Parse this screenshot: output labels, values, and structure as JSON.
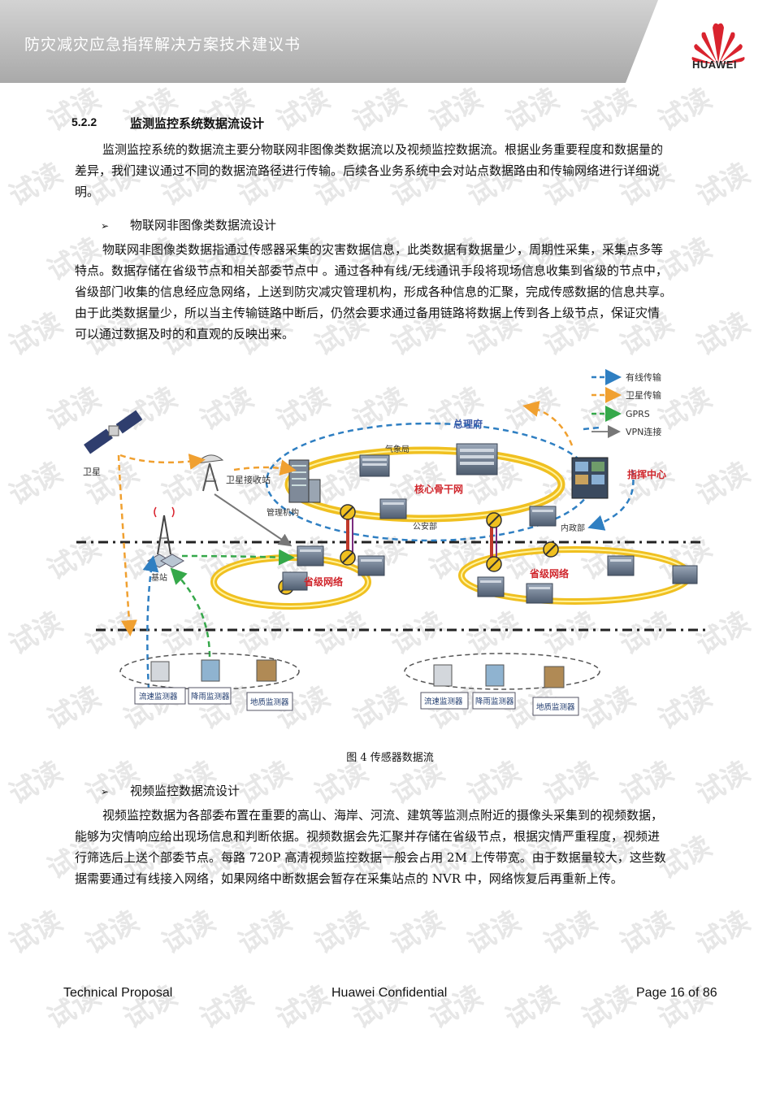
{
  "header": {
    "title": "防灾减灾应急指挥解决方案技术建议书",
    "logo_text": "HUAWEI"
  },
  "watermark_text": "试读",
  "section": {
    "number": "5.2.2",
    "title": "监测监控系统数据流设计",
    "intro_lines": [
      "监测监控系统的数据流主要分物联网非图像类数据流以及视频监控数据流。根据业务重要程度和数据量的",
      "差异，我们建议通过不同的数据流路径进行传输。后续各业务系统中会对站点数据路由和传输网络进行详细说",
      "明。"
    ]
  },
  "bullet1": {
    "marker": "➢",
    "title": "物联网非图像类数据流设计",
    "lines": [
      "物联网非图像类数据指通过传感器采集的灾害数据信息，此类数据有数据量少，周期性采集，采集点多等",
      "特点。数据存储在省级节点和相关部委节点中 。通过各种有线/无线通讯手段将现场信息收集到省级的节点中，",
      "省级部门收集的信息经应急网络，上送到防灾减灾管理机构，形成各种信息的汇聚，完成传感数据的信息共享。",
      "由于此类数据量少，所以当主传输链路中断后，仍然会要求通过备用链路将数据上传到各上级节点，保证灾情",
      "可以通过数据及时的和直观的反映出来。"
    ]
  },
  "diagram": {
    "legend": [
      {
        "label": "有线传输",
        "color": "#2f7fc2"
      },
      {
        "label": "卫星传输",
        "color": "#f0a030"
      },
      {
        "label": "GPRS",
        "color": "#35a84a"
      },
      {
        "label": "VPN连接",
        "color": "#888888"
      }
    ],
    "labels": {
      "hq": "总理府",
      "weather": "气象局",
      "core": "核心骨干网",
      "command": "指挥中心",
      "satellite": "卫星",
      "ground_station": "卫星接收站",
      "management": "管理机构",
      "police": "公安部",
      "interior": "内政部",
      "base_station": "基站",
      "province_left": "省级网络",
      "province_right": "省级网络"
    },
    "sensors_left": [
      "流速监测器",
      "降雨监测器",
      "地质监测器"
    ],
    "sensors_right": [
      "流速监测器",
      "降雨监测器",
      "地质监测器"
    ],
    "colors": {
      "ring": "#f0c020",
      "wired": "#2f7fc2",
      "satellite": "#f0a030",
      "gprs": "#35a84a",
      "label_red": "#d0262c",
      "label_blue": "#3b5aa8"
    }
  },
  "figure_caption": "图 4 传感器数据流",
  "bullet2": {
    "marker": "➢",
    "title": "视频监控数据流设计",
    "lines": [
      "视频监控数据为各部委布置在重要的高山、海岸、河流、建筑等监测点附近的摄像头采集到的视频数据，",
      "能够为灾情响应给出现场信息和判断依据。视频数据会先汇聚并存储在省级节点，根据灾情严重程度，视频进",
      "行筛选后上送个部委节点。每路 720P 高清视频监控数据一般会占用 2M 上传带宽。由于数据量较大，这些数",
      "据需要通过有线接入网络，如果网络中断数据会暂存在采集站点的 NVR 中，网络恢复后再重新上传。"
    ]
  },
  "footer": {
    "left": "Technical Proposal",
    "center": "Huawei Confidential",
    "right": "Page 16 of 86"
  }
}
